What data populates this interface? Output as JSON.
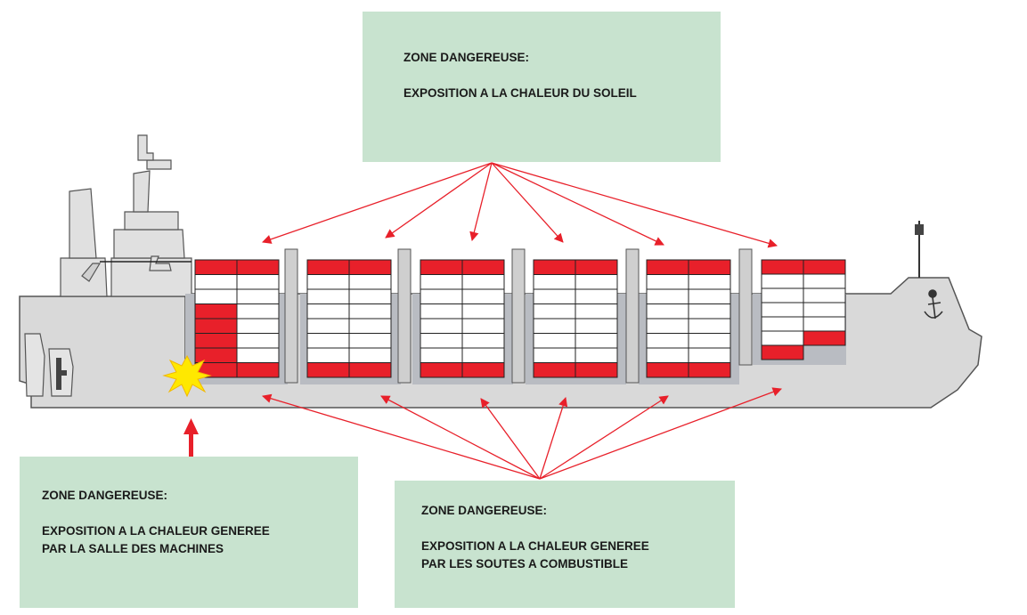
{
  "zones": {
    "sun": {
      "heading": "ZONE DANGEREUSE:",
      "lines": [
        "EXPOSITION A LA CHALEUR DU SOLEIL"
      ]
    },
    "engine_room": {
      "heading": "ZONE DANGEREUSE:",
      "lines": [
        "EXPOSITION A LA CHALEUR GENEREE",
        "PAR LA SALLE DES MACHINES"
      ]
    },
    "fuel_bunkers": {
      "heading": "ZONE DANGEREUSE:",
      "lines": [
        "EXPOSITION A LA CHALEUR GENEREE",
        "PAR LES SOUTES A COMBUSTIBLE"
      ]
    }
  },
  "colors": {
    "hull": "#d9d9d9",
    "hull_stroke": "#555555",
    "hold": "#b9bcc2",
    "danger_container": "#e8202a",
    "safe_container": "#ffffff",
    "arrow": "#e8202a",
    "zone_box": "#c8e3cf",
    "heat_burst": "#ffe800"
  },
  "icons": {
    "anchor": "anchor-icon",
    "rudder": "rudder-icon",
    "heat": "heat-burst-icon"
  }
}
